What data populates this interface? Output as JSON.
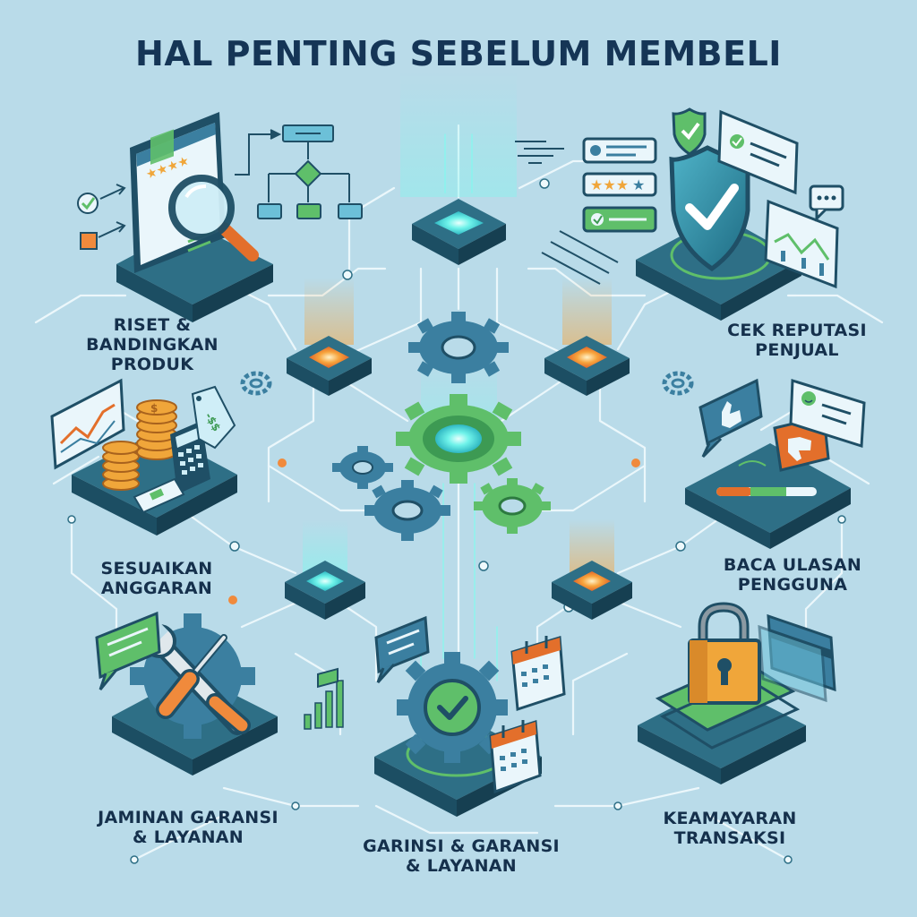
{
  "title": "HAL PENTING SEBELUM MEMBELI",
  "labels": {
    "riset": [
      "RISET &",
      "BANDINGKAN",
      "PRODUK"
    ],
    "reputasi": [
      "CEK REPUTASI",
      "PENJUAL"
    ],
    "anggaran": [
      "SESUAIKAN",
      "ANGGARAN"
    ],
    "ulasan": [
      "BACA ULASAN",
      "PENGGUNA"
    ],
    "jaminan": [
      "JAMINAN GARANSI",
      "& LAYANAN"
    ],
    "garinsi": [
      "GARINSI & GARANSI",
      "& LAYANAN"
    ],
    "keamanan": [
      "KEAMAYARAN",
      "TRANSAKSI"
    ]
  },
  "icons": {
    "price_tag_text": "-$$",
    "coin_symbol": "$"
  },
  "colors": {
    "background": "#b9dbe9",
    "navy": "#153556",
    "teal": "#2e6f86",
    "cyan_glow": "#6ff3ea",
    "green": "#5fbf6a",
    "orange": "#f08a3c",
    "gold": "#f0a63a",
    "line": "#eaf7fb"
  }
}
